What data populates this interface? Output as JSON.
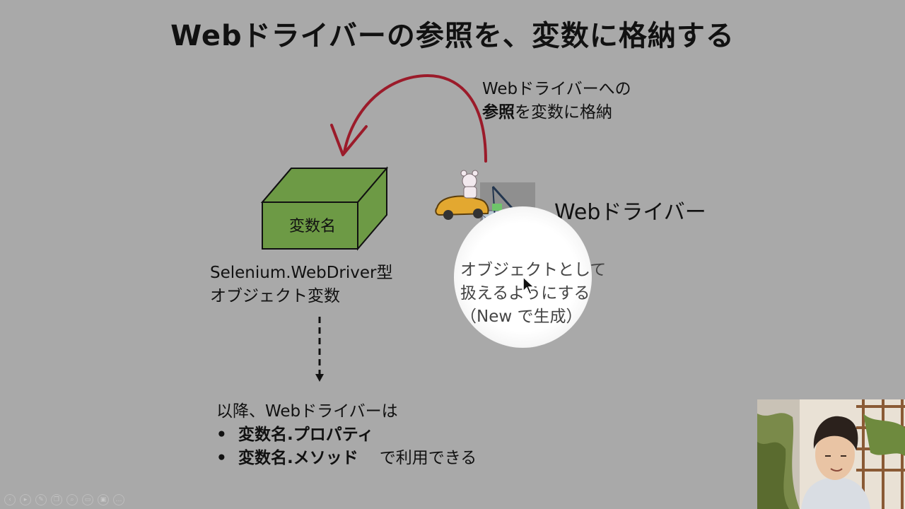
{
  "slide": {
    "title": "Webドライバーの参照を、変数に格納する",
    "ref_caption": {
      "line1": "Webドライバーへの",
      "line2_bold": "参照",
      "line2_rest": "を変数に格納"
    },
    "box_label": "変数名",
    "var_caption": {
      "line1": "Selenium.WebDriver型",
      "line2": "オブジェクト変数"
    },
    "driver_label": "Webドライバー",
    "object_caption": {
      "line1": "オブジェクトとして",
      "line2": "扱えるようにする",
      "line3": "（New で生成）"
    },
    "after": {
      "intro": "以降、Webドライバーは",
      "bullets": [
        {
          "dot": "•",
          "strong": "変数名.プロパティ",
          "suffix": ""
        },
        {
          "dot": "•",
          "strong": "変数名.メソッド",
          "suffix": "で利用できる"
        }
      ]
    }
  },
  "colors": {
    "background": "#a9a9a9",
    "arrow_red": "#9b1b2a",
    "box_green": "#6d9a45"
  },
  "toolbar": {
    "buttons": [
      {
        "name": "prev-slide-button",
        "icon": "‹"
      },
      {
        "name": "play-button",
        "icon": "▸"
      },
      {
        "name": "pen-button",
        "icon": "✎"
      },
      {
        "name": "copy-button",
        "icon": "❐"
      },
      {
        "name": "zoom-button",
        "icon": "⌕"
      },
      {
        "name": "slides-button",
        "icon": "▭"
      },
      {
        "name": "screen-button",
        "icon": "▣"
      },
      {
        "name": "more-button",
        "icon": "…"
      }
    ]
  }
}
